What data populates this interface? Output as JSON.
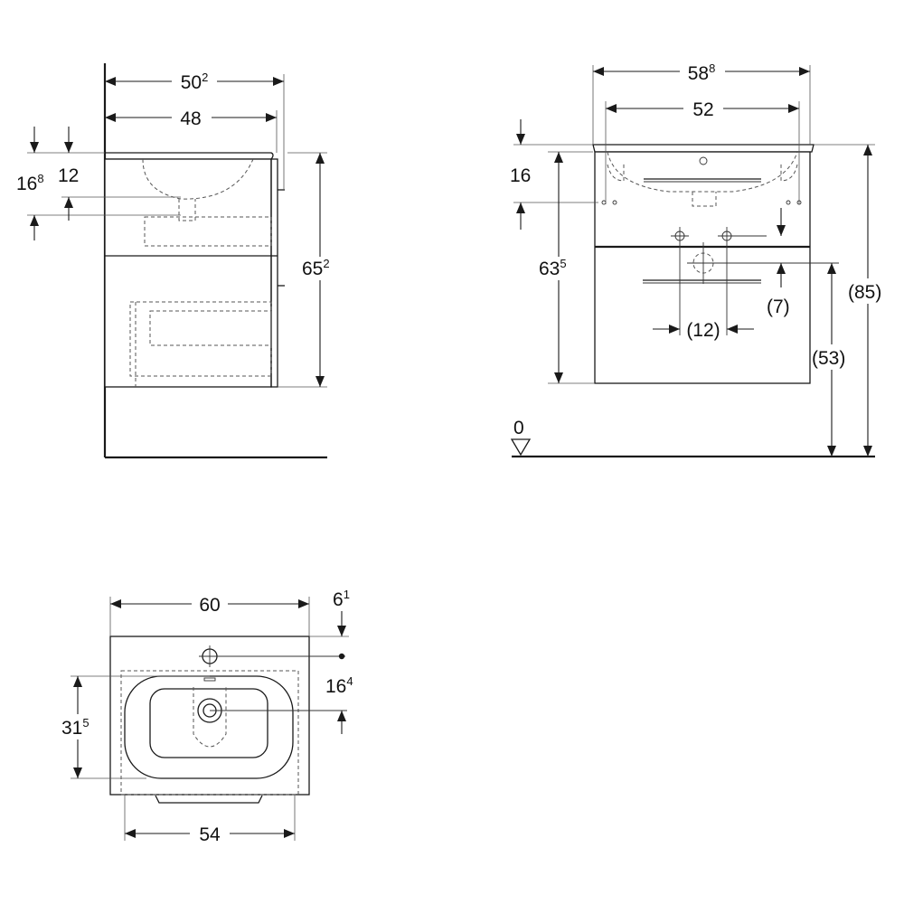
{
  "views": {
    "side": {
      "dims": {
        "overall_depth": {
          "main": "50",
          "sup": "2"
        },
        "inner_depth": {
          "main": "48",
          "sup": ""
        },
        "drain_offset": {
          "main": "16",
          "sup": "8"
        },
        "basin_offset": {
          "main": "12",
          "sup": ""
        },
        "cabinet_height": {
          "main": "65",
          "sup": "2"
        }
      }
    },
    "front": {
      "dims": {
        "overall_width": {
          "main": "58",
          "sup": "8"
        },
        "basin_width": {
          "main": "52",
          "sup": ""
        },
        "top_offset": {
          "main": "16",
          "sup": ""
        },
        "body_height": {
          "main": "63",
          "sup": "5"
        },
        "valve_offset": {
          "main": "(7)",
          "sup": ""
        },
        "valve_spacing": {
          "main": "(12)",
          "sup": ""
        },
        "total_height": {
          "main": "(85)",
          "sup": ""
        },
        "drain_height": {
          "main": "(53)",
          "sup": ""
        },
        "floor_level": {
          "main": "0",
          "sup": ""
        }
      }
    },
    "top": {
      "dims": {
        "overall_width": {
          "main": "60",
          "sup": ""
        },
        "tap_offset": {
          "main": "6",
          "sup": "1"
        },
        "drain_offset": {
          "main": "16",
          "sup": "4"
        },
        "depth": {
          "main": "31",
          "sup": "5"
        },
        "cabinet_width": {
          "main": "54",
          "sup": ""
        }
      }
    }
  }
}
